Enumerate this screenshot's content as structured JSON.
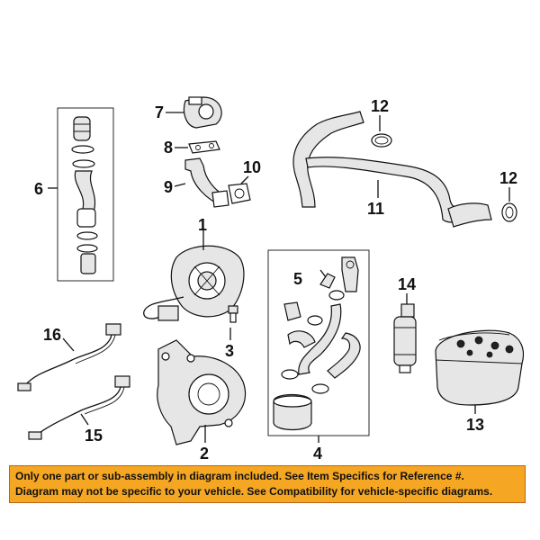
{
  "diagram": {
    "callouts": [
      "1",
      "2",
      "3",
      "4",
      "5",
      "6",
      "7",
      "8",
      "9",
      "10",
      "11",
      "12",
      "12",
      "13",
      "14",
      "15",
      "16"
    ]
  },
  "notice": {
    "line1": "Only one part or sub-assembly in diagram included. See Item Specifics for Reference #.",
    "line2": "Diagram may not be specific to your vehicle. See Compatibility for vehicle-specific diagrams.",
    "background": "#f5a623",
    "border": "#b5651d"
  }
}
